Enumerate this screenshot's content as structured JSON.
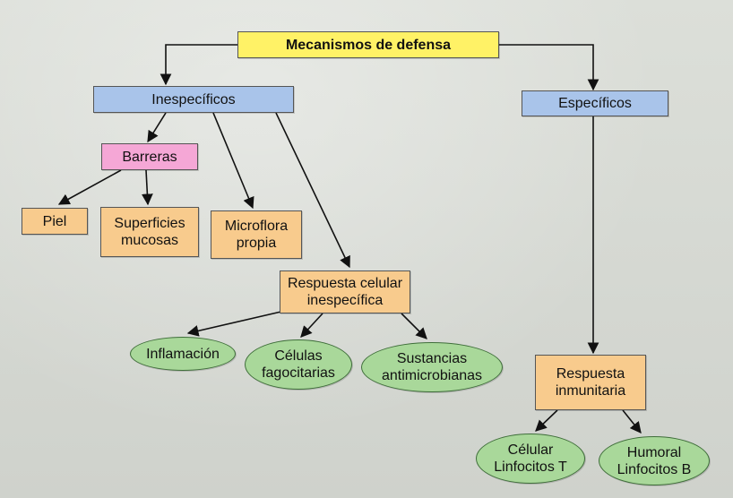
{
  "diagram": {
    "root": "Mecanismos de defensa",
    "inespecificos": "Inespecíficos",
    "especificos": "Específicos",
    "barreras": "Barreras",
    "piel": "Piel",
    "superficies": "Superficies\nmucosas",
    "microflora": "Microflora\npropia",
    "respuesta_celular": "Respuesta celular\ninespecífica",
    "inflamacion": "Inflamación",
    "celulas": "Células\nfagocitarias",
    "sustancias": "Sustancias\nantimicrobianas",
    "respuesta_inmunitaria": "Respuesta\ninmunitaria",
    "celular": "Célular\nLinfocitos T",
    "humoral": "Humoral\nLinfocitos B"
  },
  "colors": {
    "root": "#fff266",
    "category": "#a9c4ea",
    "barrier": "#f5a7d6",
    "item": "#f8cb8d",
    "leaf": "#a9d89a"
  }
}
